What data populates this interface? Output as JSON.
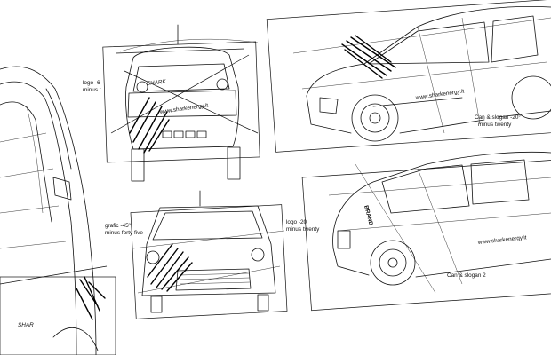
{
  "annotations": {
    "rear_logo": {
      "line1": "logo -6",
      "line2": "minus t"
    },
    "side_can_slogan": {
      "line1": "Can & slogan -20°",
      "line2": "minus twenty"
    },
    "front_grafic": {
      "line1": "grafic -45º",
      "line2": "minus forty five"
    },
    "front_logo": {
      "line1": "logo -20",
      "line2": "minus twenty"
    },
    "side2_can_slogan": {
      "line1": "Can & slogan 2"
    }
  },
  "vehicle_text": {
    "side_website": "www.sharkenergy.it",
    "side2_website": "www.sharkenergy.it",
    "rear_website": "www.sharkenergy.it",
    "door_brand": "BRAND",
    "rear_logo_text": "SHARK",
    "bottom_logo_text": "SHAR"
  },
  "colors": {
    "line": "#111111",
    "background": "#ffffff"
  }
}
